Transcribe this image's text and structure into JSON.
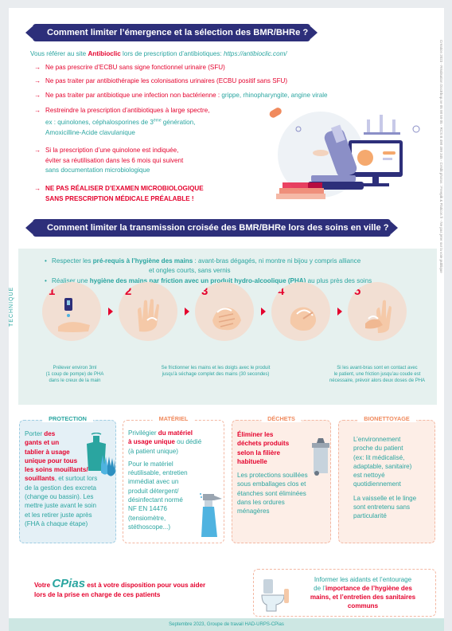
{
  "section1": {
    "title": "Comment limiter l’émergence et la sélection des BMR/BHRe ?",
    "intro_prefix": "Vous référer au site ",
    "intro_bold": "Antibioclic",
    "intro_middle": " lors de prescription d’antibiotiques: ",
    "intro_url": "https://antibioclic.com/",
    "bullets": [
      {
        "red": "Ne pas prescrire d’ECBU sans signe fonctionnel urinaire (SFU)",
        "green": ""
      },
      {
        "red": "Ne pas traiter par antibiothérapie les colonisations urinaires (ECBU positif sans SFU)",
        "green": ""
      },
      {
        "red": "Ne pas traiter par antibiotique une infection non bactérienne : ",
        "green": "grippe, rhinopharyngite, angine virale"
      }
    ],
    "restrict": {
      "l1": "Restreindre la prescription d’antibiotiques à large spectre,",
      "l2a": "ex : quinolones, céphalosporines de 3",
      "l2sup": "ème",
      "l2b": " génération,",
      "l3": "Amoxicilline-Acide clavulanique"
    },
    "quinolone": {
      "l1": "Si la prescription d’une quinolone est indiquée,",
      "l2": "éviter sa réutilisation dans les 6 mois qui suivent",
      "l3": "sans documentation microbiologique"
    },
    "warning": {
      "l1": "NE PAS RÉALISER D’EXAMEN MICROBIOLOGIQUE",
      "l2": "SANS PRESCRIPTION MÉDICALE PRÉALABLE !"
    }
  },
  "section2": {
    "title": "Comment limiter la transmission croisée des BMR/BHRe lors des soins en ville ?",
    "req1_prefix": "Respecter les ",
    "req1_bold": "pré-requis à l’hygiène des mains",
    "req1_rest": " : avant-bras dégagés, ni montre ni bijou y compris alliance",
    "req1_l2": "et ongles courts, sans vernis",
    "req2_prefix": "Réaliser une ",
    "req2_bold": "hygiène des mains par friction avec un produit hydro-alcoolique (PHA)",
    "req2_rest": " au plus près des soins",
    "technique_label": "TECHNIQUE",
    "steps": [
      "1",
      "2",
      "3",
      "4",
      "5"
    ],
    "cap1": {
      "l1": "Prélever environ 3ml",
      "l2": "(1 coup de pompe) de PHA",
      "l3": "dans le creux de la main"
    },
    "cap2": {
      "l1": "Se frictionner les mains et les doigts avec le produit",
      "l2": "jusqu’à séchage complet des mains (30 secondes)"
    },
    "cap3": {
      "l1": "Si les avant-bras sont en contact avec",
      "l2": "le patient, une friction jusqu’au coude est",
      "l3": "nécessaire, prévoir alors deux doses de PHA"
    }
  },
  "cards": {
    "protection": {
      "header": "PROTECTION",
      "l1": "Porter ",
      "l1b": "des",
      "l2": "gants et un",
      "l3": "tablier à usage",
      "l4": "unique pour tous",
      "l5": "les soins mouillants/",
      "l6a": "souillants",
      "l6b": ", et surtout lors",
      "l7": "de la gestion des excreta",
      "l8": "(change ou bassin). Les",
      "l9": "mettre juste avant le soin",
      "l10": "et les retirer juste après",
      "l11": "(FHA à chaque étape)"
    },
    "materiel": {
      "header": "MATÉRIEL",
      "l1a": "Privilégier ",
      "l1b": "du matériel",
      "l2a": "à usage unique",
      "l2b": " ou dédié",
      "l3": "(à patient unique)",
      "l4": "Pour le matériel",
      "l5": "réutilisable, entretien",
      "l6": "immédiat avec un",
      "l7": "produit détergent/",
      "l8": "désinfectant normé",
      "l9": "NF EN 14476",
      "l10": "(tensiomètre,",
      "l11": "stéthoscope...)"
    },
    "dechets": {
      "header": "DÉCHETS",
      "l1": "Éliminer les",
      "l2": "déchets produits",
      "l3": "selon la filière",
      "l4": "habituelle",
      "l5": "Les protections souillées",
      "l6": "sous emballages clos et",
      "l7": "étanches sont éliminées",
      "l8": "dans les ordures",
      "l9": "ménagères"
    },
    "bionettoyage": {
      "header": "BIONETTOYAGE",
      "l1": "L’environnement",
      "l2": "proche du patient",
      "l3": "(ex: lit médicalisé,",
      "l4": "adaptable, sanitaire)",
      "l5": "est nettoyé",
      "l6": "quotidiennement",
      "l7": "La vaisselle et le linge",
      "l8": "sont entretenu sans",
      "l9": "particularité"
    }
  },
  "cpias": {
    "votre": "Votre",
    "logo": "CPias",
    "rest": " est à votre disposition pour vous aider",
    "l2": "lors de la prise en charge de ces patients"
  },
  "inform": {
    "l1": "Informer les aidants et l’entourage",
    "l2a": "de l’",
    "l2b": "importance de l’hygiène des",
    "l3": "mains, et l’entretien des sanitaires",
    "l4": "communs"
  },
  "footer": "Septembre 2023, Groupe de travail HAD-URPS-CPias",
  "side_credit": "Création 2023 - Réalisation DocEbop.ne 05 98 59 05 - RCS B 490 499 345 - Crédit photos : Freepik & Flaticon.fr - Ne pas jeter sur la voie publique",
  "colors": {
    "navy": "#2d2f7a",
    "teal": "#2aa5a0",
    "red": "#e4032e",
    "salmon": "#f08a5d"
  }
}
